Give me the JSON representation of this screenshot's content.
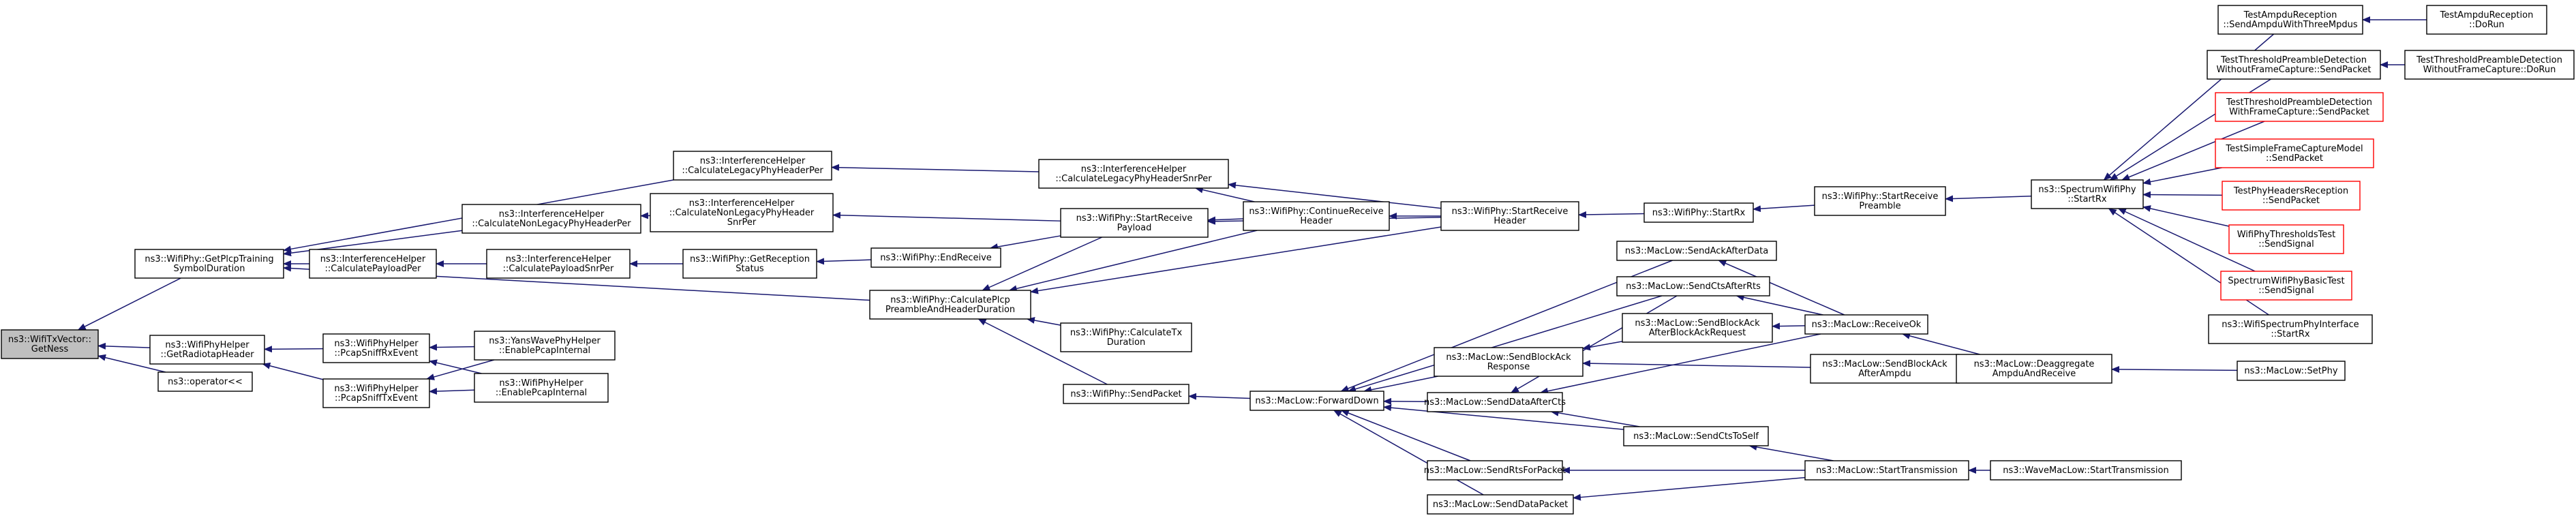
{
  "nodes": [
    {
      "id": "n0",
      "lines": [
        "ns3::WifiTxVector::",
        "GetNess"
      ],
      "root": true
    },
    {
      "id": "n1",
      "lines": [
        "ns3::WifiPhy::GetPlcpTraining",
        "SymbolDuration"
      ]
    },
    {
      "id": "n2",
      "lines": [
        "ns3::WifiPhyHelper",
        "::GetRadiotapHeader"
      ]
    },
    {
      "id": "n3",
      "lines": [
        "ns3::operator<<"
      ]
    },
    {
      "id": "n4",
      "lines": [
        "ns3::InterferenceHelper",
        "::CalculateLegacyPhyHeaderPer"
      ]
    },
    {
      "id": "n5",
      "lines": [
        "ns3::InterferenceHelper",
        "::CalculateNonLegacyPhyHeaderPer"
      ]
    },
    {
      "id": "n6",
      "lines": [
        "ns3::InterferenceHelper",
        "::CalculatePayloadPer"
      ]
    },
    {
      "id": "n7",
      "lines": [
        "ns3::WifiPhy::CalculatePlcp",
        "PreambleAndHeaderDuration"
      ]
    },
    {
      "id": "n8",
      "lines": [
        "ns3::WifiPhyHelper",
        "::PcapSniffRxEvent"
      ]
    },
    {
      "id": "n9",
      "lines": [
        "ns3::WifiPhyHelper",
        "::PcapSniffTxEvent"
      ]
    },
    {
      "id": "n10",
      "lines": [
        "ns3::YansWavePhyHelper",
        "::EnablePcapInternal"
      ]
    },
    {
      "id": "n11",
      "lines": [
        "ns3::WifiPhyHelper",
        "::EnablePcapInternal"
      ]
    },
    {
      "id": "n12",
      "lines": [
        "ns3::InterferenceHelper",
        "::CalculateNonLegacyPhyHeader",
        "SnrPer"
      ]
    },
    {
      "id": "n13",
      "lines": [
        "ns3::InterferenceHelper",
        "::CalculatePayloadSnrPer"
      ]
    },
    {
      "id": "n14",
      "lines": [
        "ns3::WifiPhy::GetReception",
        "Status"
      ]
    },
    {
      "id": "n15",
      "lines": [
        "ns3::WifiPhy::EndReceive"
      ]
    },
    {
      "id": "n16",
      "lines": [
        "ns3::InterferenceHelper",
        "::CalculateLegacyPhyHeaderSnrPer"
      ]
    },
    {
      "id": "n17",
      "lines": [
        "ns3::WifiPhy::StartReceive",
        "Payload"
      ]
    },
    {
      "id": "n18",
      "lines": [
        "ns3::WifiPhy::ContinueReceive",
        "Header"
      ]
    },
    {
      "id": "n19",
      "lines": [
        "ns3::WifiPhy::CalculateTx",
        "Duration"
      ]
    },
    {
      "id": "n20",
      "lines": [
        "ns3::WifiPhy::SendPacket"
      ]
    },
    {
      "id": "n21",
      "lines": [
        "ns3::WifiPhy::StartReceive",
        "Header"
      ]
    },
    {
      "id": "n22",
      "lines": [
        "ns3::WifiPhy::StartRx"
      ]
    },
    {
      "id": "n23",
      "lines": [
        "ns3::WifiPhy::StartReceive",
        "Preamble"
      ]
    },
    {
      "id": "n24",
      "lines": [
        "ns3::SpectrumWifiPhy",
        "::StartRx"
      ]
    },
    {
      "id": "n25",
      "lines": [
        "ns3::MacLow::ForwardDown"
      ]
    },
    {
      "id": "n26",
      "lines": [
        "ns3::MacLow::SendBlockAck",
        "Response"
      ]
    },
    {
      "id": "n27",
      "lines": [
        "ns3::MacLow::SendDataAfterCts"
      ]
    },
    {
      "id": "n28",
      "lines": [
        "ns3::MacLow::SendRtsForPacket"
      ]
    },
    {
      "id": "n29",
      "lines": [
        "ns3::MacLow::SendDataPacket"
      ]
    },
    {
      "id": "n30",
      "lines": [
        "ns3::MacLow::SendAckAfterData"
      ]
    },
    {
      "id": "n31",
      "lines": [
        "ns3::MacLow::SendCtsAfterRts"
      ]
    },
    {
      "id": "n32",
      "lines": [
        "ns3::MacLow::SendBlockAck",
        "AfterBlockAckRequest"
      ]
    },
    {
      "id": "n33",
      "lines": [
        "ns3::MacLow::SendCtsToSelf"
      ]
    },
    {
      "id": "n34",
      "lines": [
        "ns3::MacLow::ReceiveOk"
      ]
    },
    {
      "id": "n35",
      "lines": [
        "ns3::MacLow::SendBlockAck",
        "AfterAmpdu"
      ]
    },
    {
      "id": "n36",
      "lines": [
        "ns3::MacLow::StartTransmission"
      ]
    },
    {
      "id": "n37",
      "lines": [
        "ns3::MacLow::Deaggregate",
        "AmpduAndReceive"
      ]
    },
    {
      "id": "n38",
      "lines": [
        "ns3::WaveMacLow::StartTransmission"
      ]
    },
    {
      "id": "n39",
      "lines": [
        "ns3::MacLow::SetPhy"
      ]
    },
    {
      "id": "n40",
      "lines": [
        "TestAmpduReception",
        "::SendAmpduWithThreeMpdus"
      ]
    },
    {
      "id": "n41",
      "lines": [
        "TestAmpduReception",
        "::DoRun"
      ]
    },
    {
      "id": "n42",
      "lines": [
        "TestThresholdPreambleDetection",
        "WithoutFrameCapture::SendPacket"
      ]
    },
    {
      "id": "n43",
      "lines": [
        "TestThresholdPreambleDetection",
        "WithoutFrameCapture::DoRun"
      ]
    },
    {
      "id": "n44",
      "lines": [
        "TestThresholdPreambleDetection",
        "WithFrameCapture::SendPacket"
      ],
      "red": true
    },
    {
      "id": "n45",
      "lines": [
        "TestSimpleFrameCaptureModel",
        "::SendPacket"
      ],
      "red": true
    },
    {
      "id": "n46",
      "lines": [
        "TestPhyHeadersReception",
        "::SendPacket"
      ],
      "red": true
    },
    {
      "id": "n47",
      "lines": [
        "WifiPhyThresholdsTest",
        "::SendSignal"
      ],
      "red": true
    },
    {
      "id": "n48",
      "lines": [
        "SpectrumWifiPhyBasicTest",
        "::SendSignal"
      ],
      "red": true
    },
    {
      "id": "n49",
      "lines": [
        "ns3::WifiSpectrumPhyInterface",
        "::StartRx"
      ]
    }
  ]
}
